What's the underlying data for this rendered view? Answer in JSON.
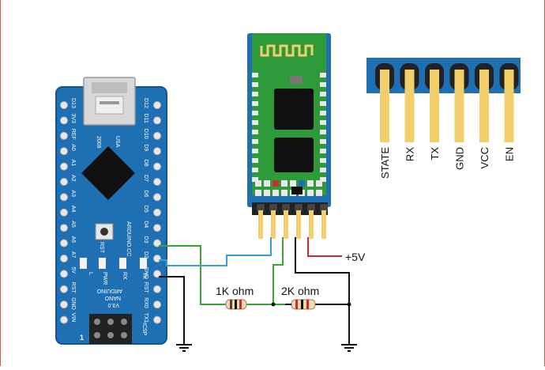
{
  "arduino": {
    "left_pins": [
      "D13",
      "3V3",
      "REF",
      "A0",
      "A1",
      "A2",
      "A3",
      "A4",
      "A5",
      "A6",
      "A7",
      "5V",
      "RST",
      "GND",
      "VIN"
    ],
    "right_pins": [
      "D12",
      "D11",
      "D10",
      "D9",
      "D8",
      "D7",
      "D6",
      "D5",
      "D4",
      "D3",
      "D2",
      "GND",
      "RST",
      "RX0",
      "TX1"
    ],
    "usa_label": "USA",
    "year_label": "2009",
    "rst_label": "RST",
    "brand_label": "ARDUINO.CC",
    "leds": [
      "L",
      "PWR",
      "RX",
      "TX"
    ],
    "name_lines": [
      "ARDUINO",
      "NANO",
      "V3.0"
    ],
    "icsp_label": "ICSP",
    "header_number": "1"
  },
  "hc05": {
    "pin_labels": [
      "STATE",
      "RX",
      "TX",
      "GND",
      "VCC",
      "EN"
    ]
  },
  "labels": {
    "resistor1": "1K ohm",
    "resistor2": "2K ohm",
    "supply": "+5V"
  },
  "colors": {
    "pcb_blue": "#1f6fb3",
    "hc05_green": "#2e9a3a",
    "wire_green": "#3aa637",
    "wire_blue": "#3b9bd6",
    "wire_red": "#d62828",
    "wire_black": "#111111",
    "header_gold": "#f2cf6b"
  }
}
